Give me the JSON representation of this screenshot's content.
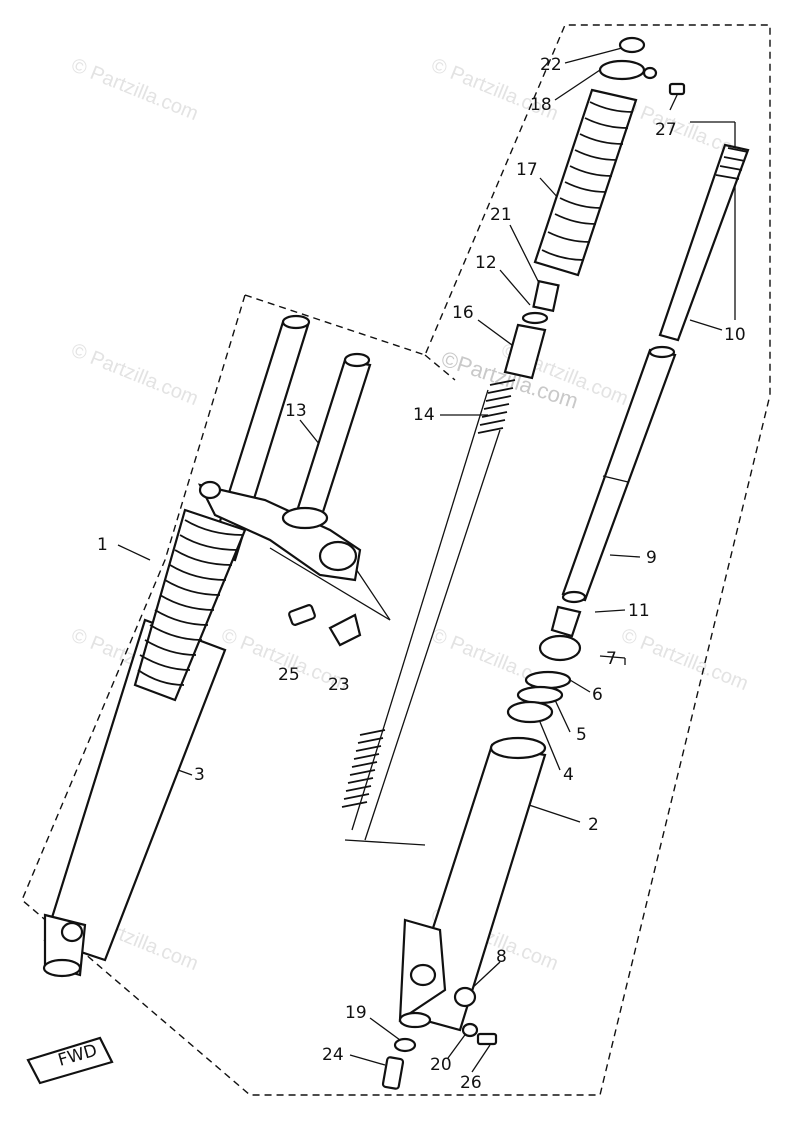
{
  "watermarks": [
    "© Partzilla.com",
    "© Partzilla.com",
    "© Partzilla.com",
    "© Partzilla.com",
    "© Partzilla.com",
    "© Partzilla.com",
    "© Partzilla.com",
    "© Partzilla.com",
    "© Partzilla.com",
    "© Partzilla.com",
    "© Partzilla.com"
  ],
  "center_watermark": "©Partzilla.com",
  "fwd_label": "FWD",
  "labels": [
    "22",
    "18",
    "27",
    "17",
    "21",
    "12",
    "16",
    "10",
    "13",
    "14",
    "1",
    "9",
    "11",
    "7",
    "6",
    "5",
    "4",
    "25",
    "23",
    "3",
    "2",
    "8",
    "19",
    "20",
    "24",
    "26"
  ]
}
